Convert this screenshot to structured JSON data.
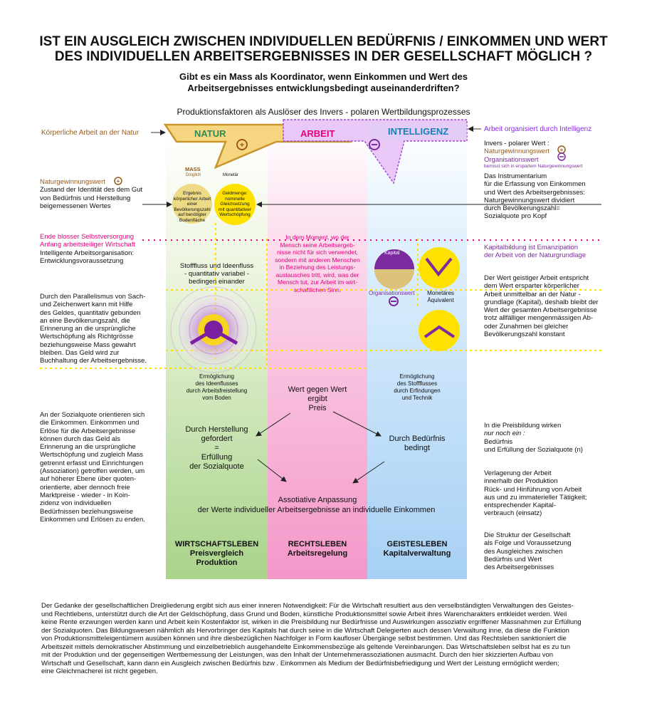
{
  "title_line1": "IST EIN AUSGLEICH ZWISCHEN INDIVIDUELLEN BEDÜRFNIS / EINKOMMEN UND WERT",
  "title_line2": "DES INDIVIDUELLEN ARBEITSERGEBNISSES IN DER GESELLSCHAFT MÖGLICH ?",
  "subtitle_line1": "Gibt es ein Mass als Koordinator, wenn Einkommen und Wert des",
  "subtitle_line2": "Arbeitsergebnisses entwicklungsbedingt auseinanderdriften?",
  "produktion_title": "Produktionsfaktoren als Auslöser des Invers - polaren Wertbildungsprozesses",
  "header": {
    "natur": "NATUR",
    "arbeit": "ARBEIT",
    "intelligenz": "INTELLIGENZ",
    "left_label": "Körperliche Arbeit an der Natur",
    "right_label": "Arbeit organisiert durch Intelligenz"
  },
  "right_col": {
    "invers_title": "Invers - polarer Wert :",
    "natur_wert": "Naturgewinnungswert",
    "org_wert": "Organisationswert",
    "bemisst": "bemisst sich in erspartem Naturgewinnungswert",
    "instrument": [
      "Das Instrumentarium",
      "für die Erfassung von Einkommen",
      "und Wert des Arbeitsergebnisses:",
      "Naturgewinnungswert dividiert",
      "durch Bevölkerungszahl=",
      "Sozialquote pro Kopf"
    ],
    "kapital": [
      "Kapitalbildung ist Emanzipation",
      "der Arbeit von der Naturgrundlage"
    ],
    "geist": [
      "Der Wert geistiger Arbeit entspricht",
      "dem Wert ersparter körperlicher",
      "Arbeit unmittelbar an der Natur -",
      "grundlage (Kapital), deshalb bleibt der",
      "Wert der gesamten Arbeitsergebnisse",
      "trotz allfälliger mengenmässigen Ab-",
      "oder Zunahmen bei gleicher",
      "Bevölkerungszahl konstant"
    ],
    "preis_l1": "In die Preisbildung wirken",
    "preis_l2": "nur noch ein :",
    "preis_l3": "Bedürfnis",
    "preis_l4": "und Erfüllung der Sozialquote (n)",
    "verlagerung": [
      "Verlagerung der Arbeit",
      "innerhalb der Produktion",
      "Rück- und Hinführung von Arbeit",
      "aus und zu immaterieller Tätigkeit;",
      "entsprechender Kapital-",
      "verbrauch (einsatz)"
    ],
    "struktur": [
      "Die Struktur der Gesellschaft",
      "als Folge und Voraussetzung",
      "des Ausgleiches zwischen",
      "Bedürfnis und Wert",
      "des Arbeitsergebnisses"
    ]
  },
  "left_col": {
    "natur_wert": "Naturgewinnungswert",
    "natur_text": [
      "Zustand der Identität des dem Gut",
      "von Bedürfnis und Herstellung",
      "beigemessenen Wertes"
    ],
    "ende1": "Ende blosser Selbstversorgung",
    "ende2": "Anfang arbeitsteiliger Wirtschaft",
    "intel": [
      "Intelligente Arbeitsorganisation:",
      "Entwicklungsvoraussetzung"
    ],
    "parallel": [
      "Durch den Parallelismus von Sach-",
      "und Zeichenwert kann mit Hilfe",
      "des Geldes, quantitativ gebunden",
      "an eine Bevölkerungszahl, die",
      "Erinnerung an die ursprüngliche",
      "Wertschöpfung als Richtgrösse",
      "beziehungsweise Mass gewahrt",
      "bleiben. Das Geld wird zur",
      "Buchhaltung der Arbeitsergebnisse."
    ],
    "sozial": [
      "An der Sozialquote orientieren sich",
      "die Einkommen. Einkommen und",
      "Erlöse für die Arbeitsergebnisse",
      "können durch das Geld als",
      "Erinnerung an die ursprüngliche",
      "Wertschöpfung und zugleich Mass",
      "getrennt erfasst und Einrichtungen",
      "(Assoziation) getroffen werden, um",
      "auf höherer Ebene über quoten-",
      "orientierte, aber dennoch freie",
      "Marktpreise - wieder - in Koin-",
      "zidenz von individuellen",
      "Bedürfnissen beziehungsweise",
      "Einkommen und Erlösen zu enden."
    ]
  },
  "natur_col": {
    "mass": "MASS",
    "dinglich": "Dinglich",
    "monetaer": "Monetär",
    "ergebnis": [
      "Ergebnis",
      "körperlicher Arbeit",
      "einer Bevölkerungszahl",
      "auf benötigter",
      "Bodenfläche"
    ],
    "geldmenge": [
      "Geldmenge:",
      "nominelle",
      "Gleichsetzung",
      "mit quantitativer",
      "Wertschöpfung"
    ],
    "stofffluss": [
      "Stofffluss und Ideenfluss",
      "- quantitativ variabel -",
      "bedingen einander"
    ],
    "ermoeglichung": [
      "Ermöglichung",
      "des Ideenflusses",
      "durch Arbeitsfreistellung",
      "vom Boden"
    ],
    "herstellung": [
      "Durch Herstellung",
      "gefordert",
      "=",
      "Erfüllung",
      "der Sozialquote"
    ],
    "bottom": [
      "WIRTSCHAFTSLEBEN",
      "Preisvergleich",
      "Produktion"
    ]
  },
  "arbeit_col": {
    "moment": [
      "In dem Moment, wo der",
      "Mensch seine Arbeitsergeb-",
      "nisse nicht für sich verwendet,",
      "sondern mit anderen Menschen",
      "in Beziehung des Leistungs-",
      "austausches tritt, wird, was der",
      "Mensch tut, zur Arbeit im wirt-",
      "schaftlichen Sinn."
    ],
    "wert": [
      "Wert gegen Wert",
      "ergibt",
      "Preis"
    ],
    "assoz1": "Assotiative Anpassung",
    "assoz2": "der Werte individueller Arbeitsergebnisse an individuelle Einkommen",
    "bottom": [
      "RECHTSLEBEN",
      "Arbeitsregelung"
    ]
  },
  "intel_col": {
    "kapital": "Kapital",
    "org": "Organisationswert",
    "monetaer": [
      "Monetäres",
      "Äquivalent"
    ],
    "ermoeglichung": [
      "Ermöglichung",
      "des Stoffflusses",
      "durch Erfindungen",
      "und Technik"
    ],
    "beduerfnis": [
      "Durch Bedürfnis",
      "bedingt"
    ],
    "bottom": [
      "GEISTESLEBEN",
      "Kapitalverwaltung"
    ]
  },
  "footer": [
    "Der Gedanke der gesellschaftlichen Dreigliederung ergibt sich aus einer inneren Notwendigkeit: Für die Wirtschaft resultiert aus den verselbständigten Verwaltungen des Geistes-",
    "und Rechtlebens, unterstützt durch die Art der Geldschöpfung, dass Grund und Boden, künstliche Produktionsmittel sowie Arbeit ihres Warencharakters entkleidet werden. Weil",
    "keine Rente erzwungen werden kann und Arbeit kein Kostenfaktor ist, wirken in die Preisbildung nur Bedürfnisse und Auswirkungen assoziativ ergriffener Massnahmen zur Erfüllung",
    "der Sozialquoten.  Das Bildungswesen nähmlich als Hervorbringer des Kapitals hat durch seine in die Wirtschaft Delegierten auch dessen Verwaltung inne, da diese die Funktion",
    "von Produktionsmitteleigentümern ausüben können und ihre diesbezüglichen Nachfolger in Form kaufloser Übergänge selbst bestimmen. Und das Rechtsleben sanktioniert die",
    "Arbeitszeit mittels demokratischer Abstimmung und einzelbetrieblich ausgehandelte Einkommensbezüge als geltende Vereinbarungen. Das Wirtschaftsleben selbst hat es zu tun",
    "mit der Produktion und der gegenseitigen Wertbemessung der Leistungen, was den Inhalt der Unternehmerassoziationen ausmacht. Durch den hier skizzierten Aufbau von",
    "Wirtschaft und Gesellschaft, kann dann ein Ausgleich zwischen Bedürfnis bzw . Einkommen als Medium der Bedürfnisbefriedigung und Wert der Leistung ermöglicht werden;",
    "eine Gleichmacherei ist nicht gegeben."
  ],
  "colors": {
    "natur": "#2e8b57",
    "arbeit": "#e6007e",
    "intelligenz": "#1a5fb4",
    "brown": "#9a5a16",
    "purple": "#8a2be2",
    "yellow": "#ffe100"
  }
}
